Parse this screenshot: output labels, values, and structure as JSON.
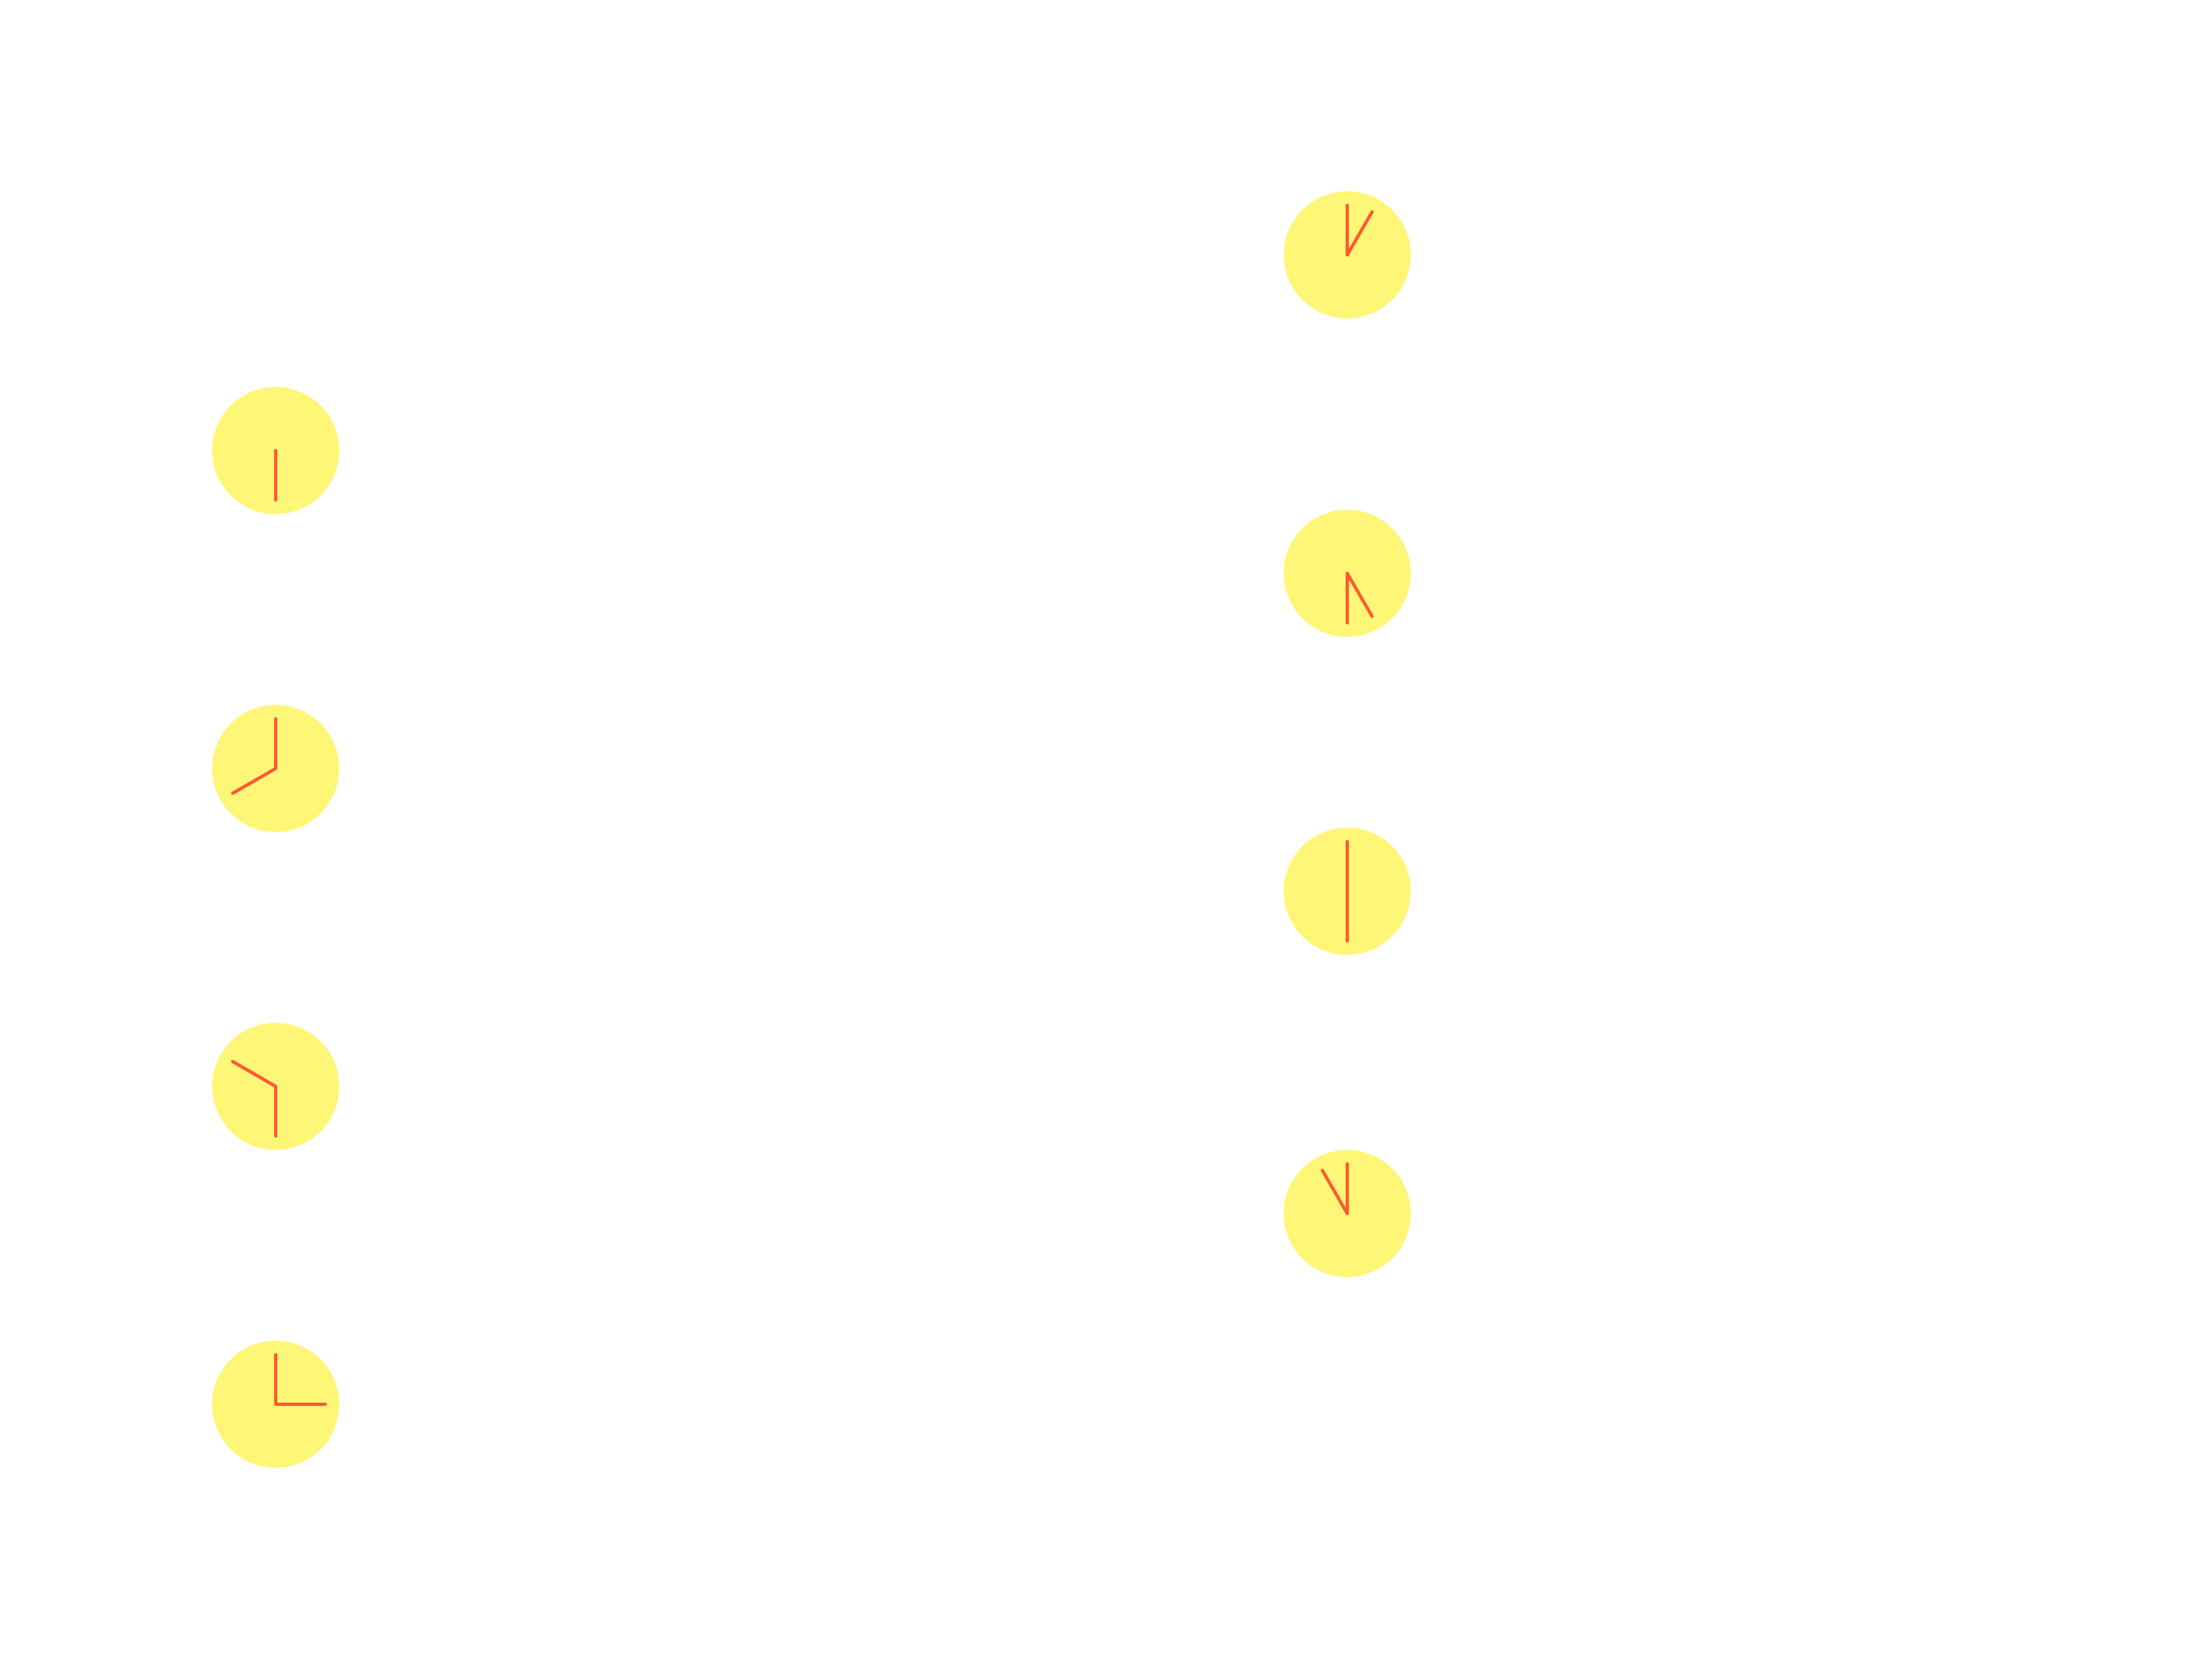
{
  "colors": {
    "background": "#ffffff",
    "clock_face": "#fef676",
    "clock_hands": "#ff5a32"
  },
  "clocks": [
    {
      "name": "clock-left-1",
      "icon": "clock-icon",
      "hour_hand_deg": 180,
      "minute_hand_deg": null,
      "hour_len": 0.38,
      "minute_len": 0.0
    },
    {
      "name": "clock-left-2",
      "icon": "clock-icon",
      "hour_hand_deg": 240,
      "minute_hand_deg": 0,
      "hour_len": 0.78,
      "minute_len": 0.78
    },
    {
      "name": "clock-left-3",
      "icon": "clock-icon",
      "hour_hand_deg": 300,
      "minute_hand_deg": 180,
      "hour_len": 0.78,
      "minute_len": 0.78
    },
    {
      "name": "clock-left-4",
      "icon": "clock-icon",
      "hour_hand_deg": 90,
      "minute_hand_deg": 0,
      "hour_len": 0.78,
      "minute_len": 0.78
    },
    {
      "name": "clock-right-1",
      "icon": "clock-icon",
      "hour_hand_deg": 30,
      "minute_hand_deg": 0,
      "hour_len": 0.78,
      "minute_len": 0.78
    },
    {
      "name": "clock-right-2",
      "icon": "clock-icon",
      "hour_hand_deg": 150,
      "minute_hand_deg": 180,
      "hour_len": 0.78,
      "minute_len": 0.78
    },
    {
      "name": "clock-right-3",
      "icon": "clock-icon",
      "hour_hand_deg": 0,
      "minute_hand_deg": 180,
      "hour_len": 0.78,
      "minute_len": 0.78
    },
    {
      "name": "clock-right-4",
      "icon": "clock-icon",
      "hour_hand_deg": 330,
      "minute_hand_deg": 0,
      "hour_len": 0.78,
      "minute_len": 0.78
    }
  ]
}
